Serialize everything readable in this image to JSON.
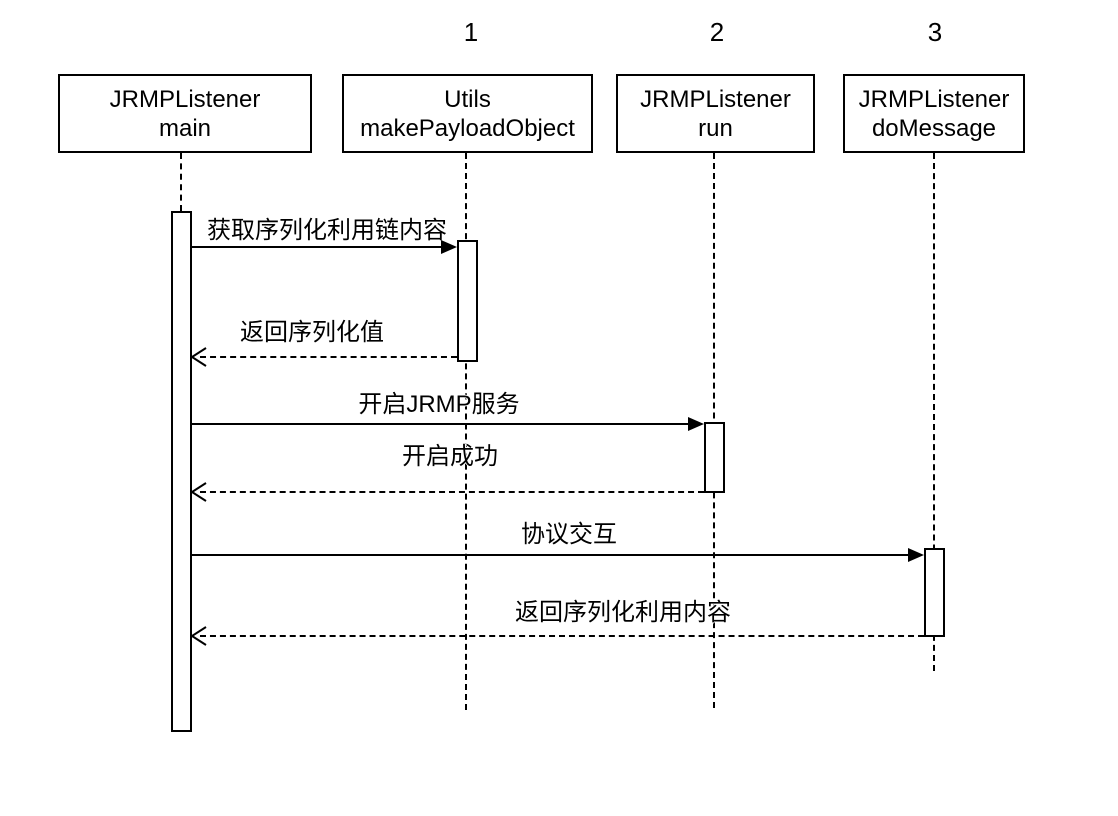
{
  "diagram": {
    "background_color": "#ffffff",
    "line_color": "#000000",
    "type": "uml-sequence-diagram"
  },
  "actors": [
    {
      "id": "main",
      "number": "",
      "line1": "JRMPListener",
      "line2": "main"
    },
    {
      "id": "utils",
      "number": "1",
      "line1": "Utils",
      "line2": "makePayloadObject"
    },
    {
      "id": "run",
      "number": "2",
      "line1": "JRMPListener",
      "line2": "run"
    },
    {
      "id": "doMessage",
      "number": "3",
      "line1": "JRMPListener",
      "line2": "doMessage"
    }
  ],
  "messages": [
    {
      "label": "获取序列化利用链内容",
      "type": "solid",
      "from": "main",
      "to": "utils"
    },
    {
      "label": "返回序列化值",
      "type": "dashed",
      "from": "utils",
      "to": "main"
    },
    {
      "label": "开启JRMP服务",
      "type": "solid",
      "from": "main",
      "to": "run"
    },
    {
      "label": "开启成功",
      "type": "dashed",
      "from": "run",
      "to": "main"
    },
    {
      "label": "协议交互",
      "type": "solid",
      "from": "main",
      "to": "doMessage"
    },
    {
      "label": "返回序列化利用内容",
      "type": "dashed",
      "from": "doMessage",
      "to": "main"
    }
  ]
}
